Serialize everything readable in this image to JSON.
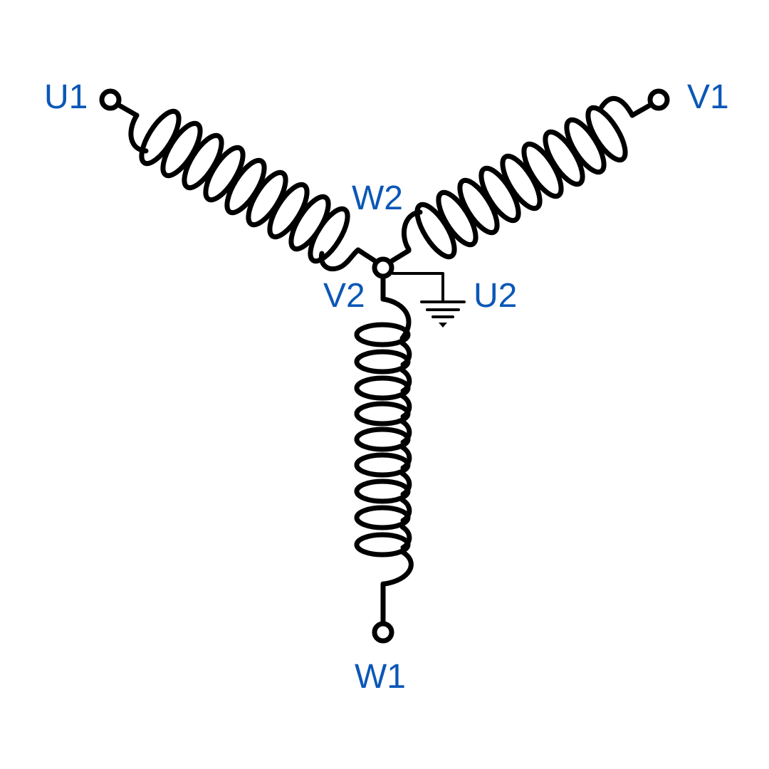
{
  "labels": {
    "u1": "U1",
    "v1": "V1",
    "w1": "W1",
    "u2": "U2",
    "v2": "V2",
    "w2": "W2"
  },
  "colors": {
    "label": "#0b57b7",
    "wire": "#000000",
    "background": "#ffffff"
  },
  "diagram": {
    "connection": "star (wye)",
    "windings": [
      "U",
      "V",
      "W"
    ],
    "neutral": "grounded"
  },
  "icons": {
    "terminal": "open-circle-terminal",
    "ground": "ground-symbol",
    "coil": "inductor-coil"
  }
}
